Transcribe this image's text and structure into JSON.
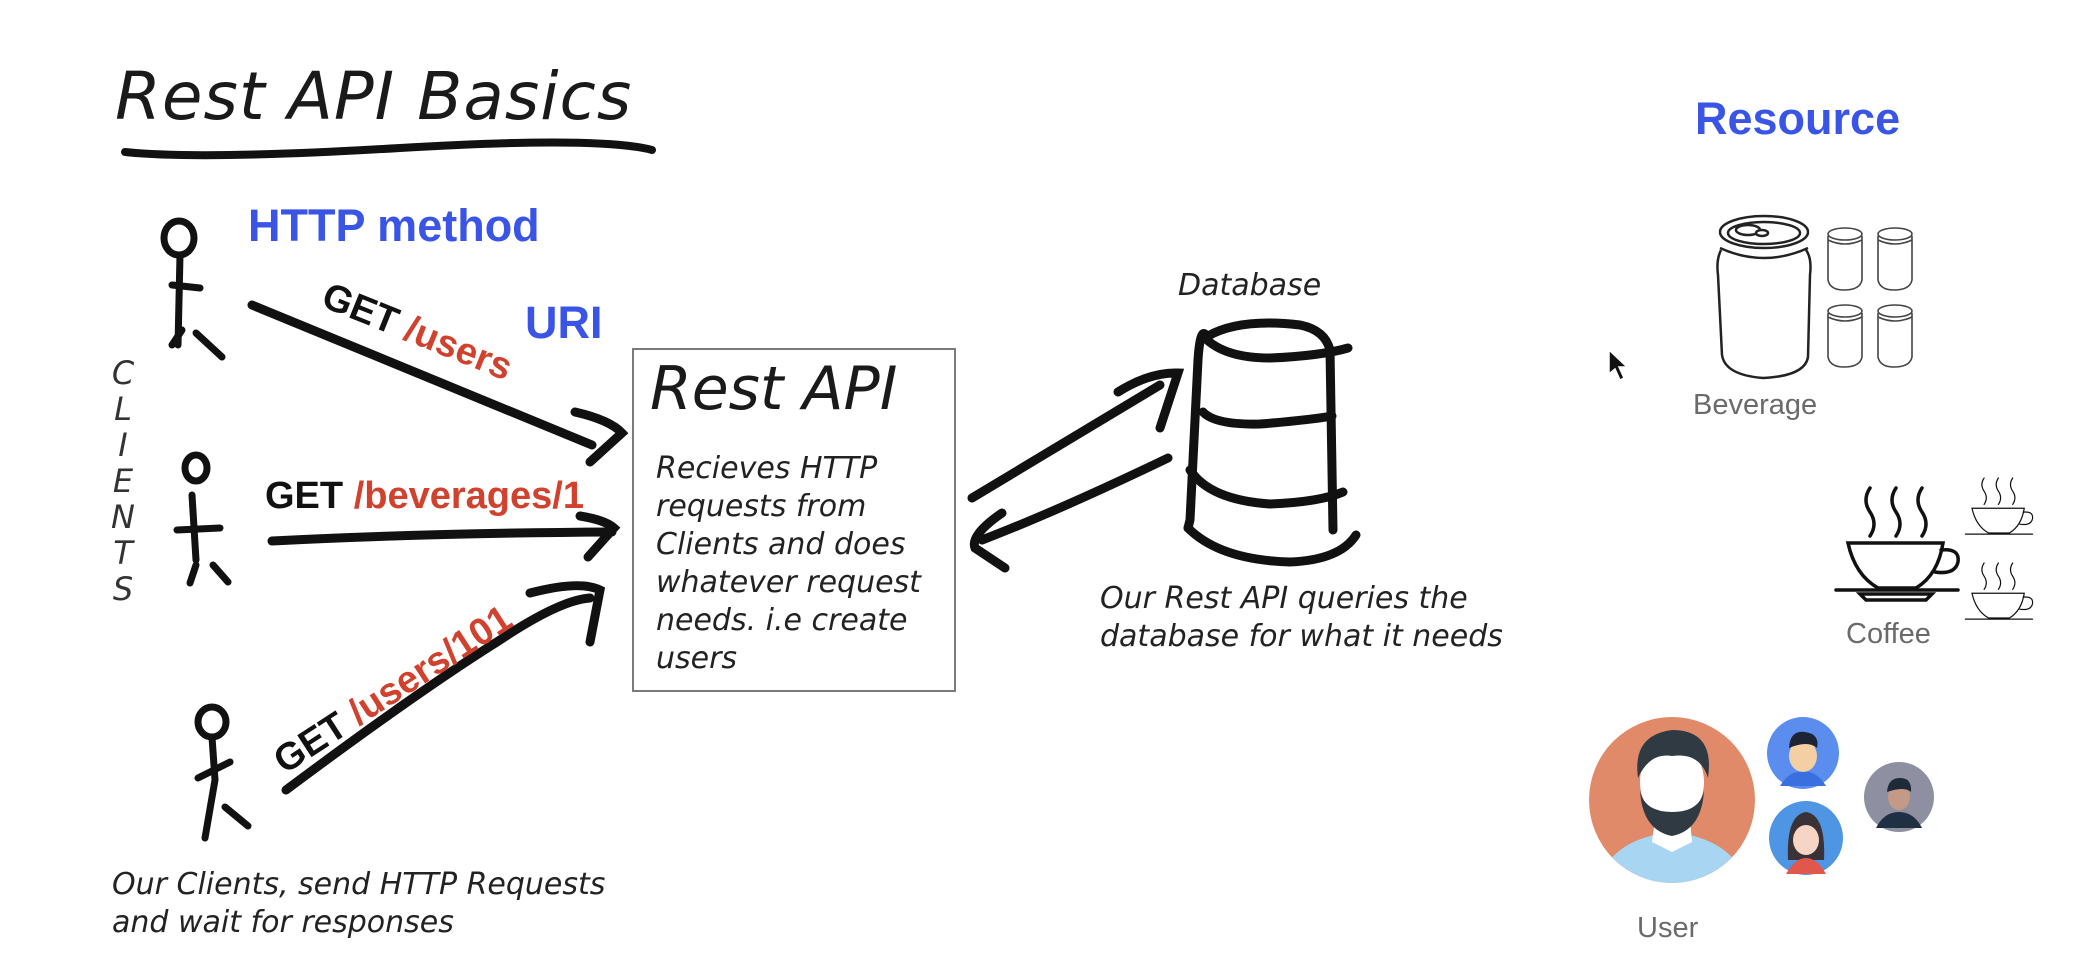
{
  "slide": {
    "title": "Rest API Basics"
  },
  "labels": {
    "http_method": "HTTP method",
    "uri": "URI",
    "resource": "Resource"
  },
  "clients": {
    "vertical_label": [
      "C",
      "L",
      "I",
      "E",
      "N",
      "T",
      "S"
    ],
    "description_lines": [
      "Our Clients, send HTTP Requests",
      "and wait for responses"
    ]
  },
  "requests": [
    {
      "method": "GET",
      "path": "/users"
    },
    {
      "method": "GET",
      "path": "/beverages/1"
    },
    {
      "method": "GET",
      "path": "/users/101"
    }
  ],
  "rest_api": {
    "title": "Rest API",
    "description_lines": [
      "Recieves HTTP",
      "requests from",
      "Clients and does",
      "whatever request",
      "needs. i.e create",
      "users"
    ]
  },
  "database": {
    "label": "Database",
    "description_lines": [
      "Our Rest API queries the",
      "database for what it needs"
    ]
  },
  "resources": {
    "beverage": "Beverage",
    "coffee": "Coffee",
    "user": "User"
  },
  "colors": {
    "accent_blue": "#3a55e6",
    "path_red": "#d0412e",
    "ink": "#111111",
    "avatar_orange": "#e08a6a",
    "avatar_blue": "#5b8def",
    "avatar_gray": "#8e8fa0"
  }
}
